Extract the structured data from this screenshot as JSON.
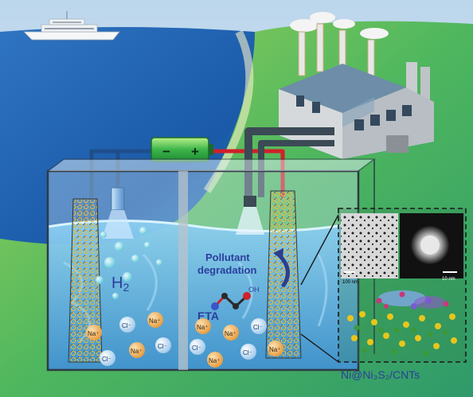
{
  "battery": {
    "negative": "−",
    "positive": "+"
  },
  "labels": {
    "h2_main": "H",
    "h2_sub": "2",
    "pollutant_line1": "Pollutant",
    "pollutant_line2": "degradation",
    "eta": "ETA",
    "oh": "OH",
    "catalyst_name": "Ni@Ni₃S₂/CNTs"
  },
  "inset": {
    "scale_left": "100 nm",
    "scale_right": "10 nm"
  },
  "ions": {
    "chloride": "Cl⁻",
    "sodium": "Na⁺"
  },
  "colors": {
    "sky": "#cfe3f2",
    "sea": "#1f63b3",
    "land": "#5fbf62",
    "water": "#5aaee0",
    "battery": "#39b54a",
    "wire_negative": "#1f4f8a",
    "wire_positive": "#d0202a",
    "ion_cl": "#bcd8f0",
    "ion_na": "#f2b765",
    "text_blue": "#2b3f9c"
  },
  "icons": [
    "yacht-icon",
    "factory-icon",
    "battery-icon",
    "carbon-nanotube-electrode-icon",
    "eta-molecule-icon",
    "curved-arrow-icon"
  ]
}
